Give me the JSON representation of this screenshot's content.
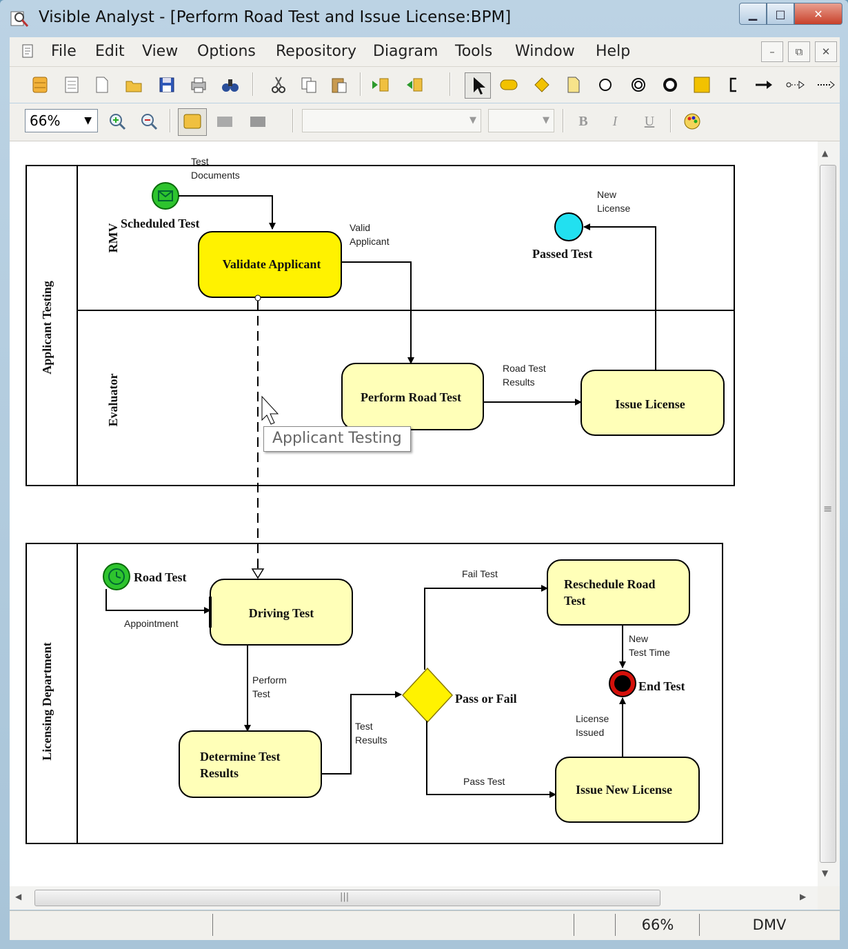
{
  "window": {
    "title": "Visible Analyst - [Perform Road Test and Issue License:BPM]",
    "buttons": {
      "minimize": "▁",
      "maximize": "□",
      "close": "✕"
    }
  },
  "menubar": {
    "items": [
      "File",
      "Edit",
      "View",
      "Options",
      "Repository",
      "Diagram",
      "Tools",
      "Window",
      "Help"
    ],
    "mdi": {
      "minimize": "–",
      "restore": "⧉",
      "close": "✕"
    }
  },
  "toolbar2": {
    "zoom": "66%",
    "format": {
      "bold": "B",
      "italic": "I",
      "underline": "U"
    }
  },
  "diagram": {
    "pool1": {
      "name": "Applicant Testing",
      "lanes": [
        "RMV",
        "Evaluator"
      ]
    },
    "pool2": {
      "name": "Licensing Department"
    },
    "events": {
      "scheduled_test": "Scheduled Test",
      "passed_test": "Passed Test",
      "road_test": "Road Test",
      "end_test": "End Test"
    },
    "tasks": {
      "validate_applicant": "Validate Applicant",
      "perform_road_test": "Perform Road Test",
      "issue_license": "Issue License",
      "driving_test": "Driving Test",
      "determine_results_1": "Determine Test",
      "determine_results_2": "Results",
      "reschedule_1": "Reschedule Road",
      "reschedule_2": "Test",
      "issue_new_license": "Issue New License"
    },
    "gateway": "Pass or Fail",
    "flows": {
      "test_documents_1": "Test",
      "test_documents_2": "Documents",
      "valid_applicant_1": "Valid",
      "valid_applicant_2": "Applicant",
      "new_license_1": "New",
      "new_license_2": "License",
      "road_test_results_1": "Road Test",
      "road_test_results_2": "Results",
      "appointment": "Appointment",
      "perform_test_1": "Perform",
      "perform_test_2": "Test",
      "test_results_1": "Test",
      "test_results_2": "Results",
      "fail_test": "Fail Test",
      "pass_test": "Pass Test",
      "new_test_time_1": "New",
      "new_test_time_2": "Test Time",
      "license_issued_1": "License",
      "license_issued_2": "Issued"
    },
    "tooltip": "Applicant Testing"
  },
  "hscroll": {
    "grip": "|||"
  },
  "vscroll": {
    "grip": "≡"
  },
  "statusbar": {
    "zoom": "66%",
    "project": "DMV"
  }
}
